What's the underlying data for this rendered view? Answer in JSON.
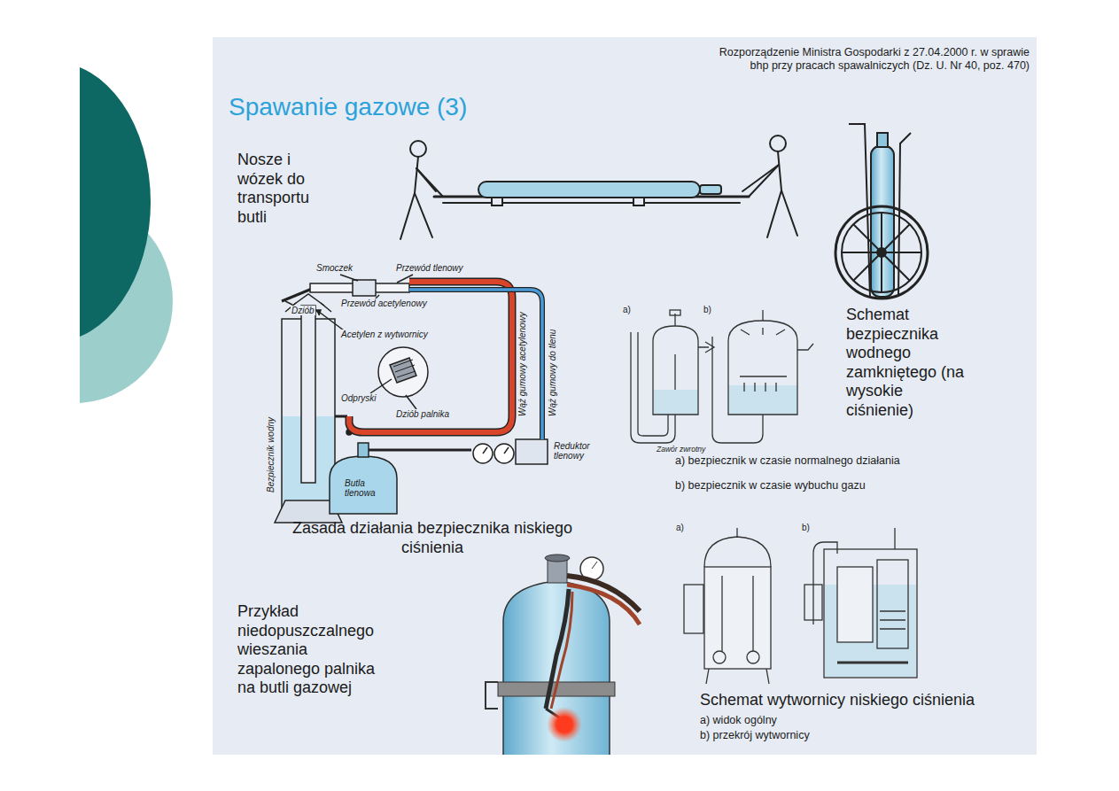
{
  "diagram": {
    "title": "Spawanie gazowe (3)",
    "labels": [
      "Rozporządzenie Ministra Gospodarki z 27.04.2000 r. w sprawie bhp przy pracach spawalniczych (Dz. U. Nr 40, poz. 470)",
      "Nosze i wózek do transportu butli",
      "Smoczek",
      "Przewód tlenowy",
      "Dziób",
      "Przewód acetylenowy",
      "Acetylen z wytwornicy",
      "Wąż gumowy acetylenowy",
      "Wąż gumowy do tlenu",
      "Odpryski",
      "Dziób palnika",
      "Bezpiecznik wodny",
      "Reduktor tlenowy",
      "Butla tlenowa",
      "Zasada działania bezpiecznika niskiego ciśnienia",
      "a)",
      "b)",
      "Zawór zwrotny",
      "Schemat bezpiecznika wodnego zamkniętego (na wysokie ciśnienie)",
      "a) bezpiecznik w czasie normalnego działania",
      "b) bezpiecznik w czasie wybuchu gazu",
      "Przykład niedopuszczalnego wieszania zapalonego palnika na butli gazowej",
      "a)",
      "b)",
      "Schemat wytwornicy niskiego ciśnienia",
      "a) widok ogólny",
      "b) przekrój wytwornicy"
    ]
  }
}
